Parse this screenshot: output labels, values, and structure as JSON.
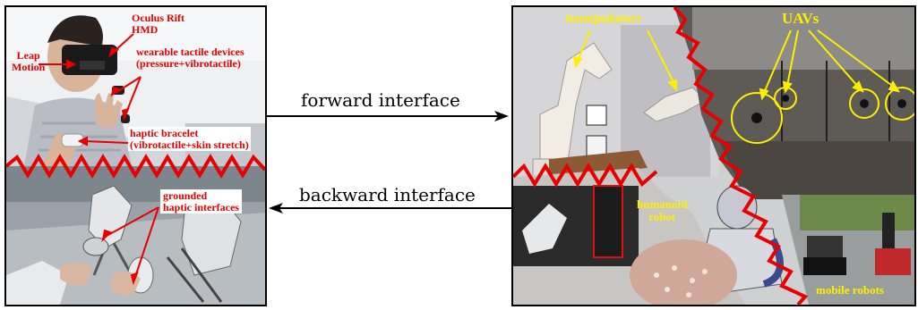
{
  "left_panel": {
    "operator_labels": {
      "hmd": "Oculus Rift\nHMD",
      "leap": "Leap\nMotion",
      "tactile": "wearable tactile devices\n(pressure+vibrotactile)",
      "bracelet": "haptic bracelet\n(vibrotactile+skin stretch)"
    },
    "grounded_label": "grounded\nhaptic interfaces"
  },
  "arrows": {
    "forward": "forward interface",
    "backward": "backward interface"
  },
  "right_panel": {
    "manipulators": "manipulators",
    "uavs": "UAVs",
    "humanoid": "humanoid\nrobot",
    "mobile": "mobile robots"
  },
  "colors": {
    "left_label": "#e60000",
    "right_label": "#ffee00",
    "zigzag": "#e60000"
  }
}
